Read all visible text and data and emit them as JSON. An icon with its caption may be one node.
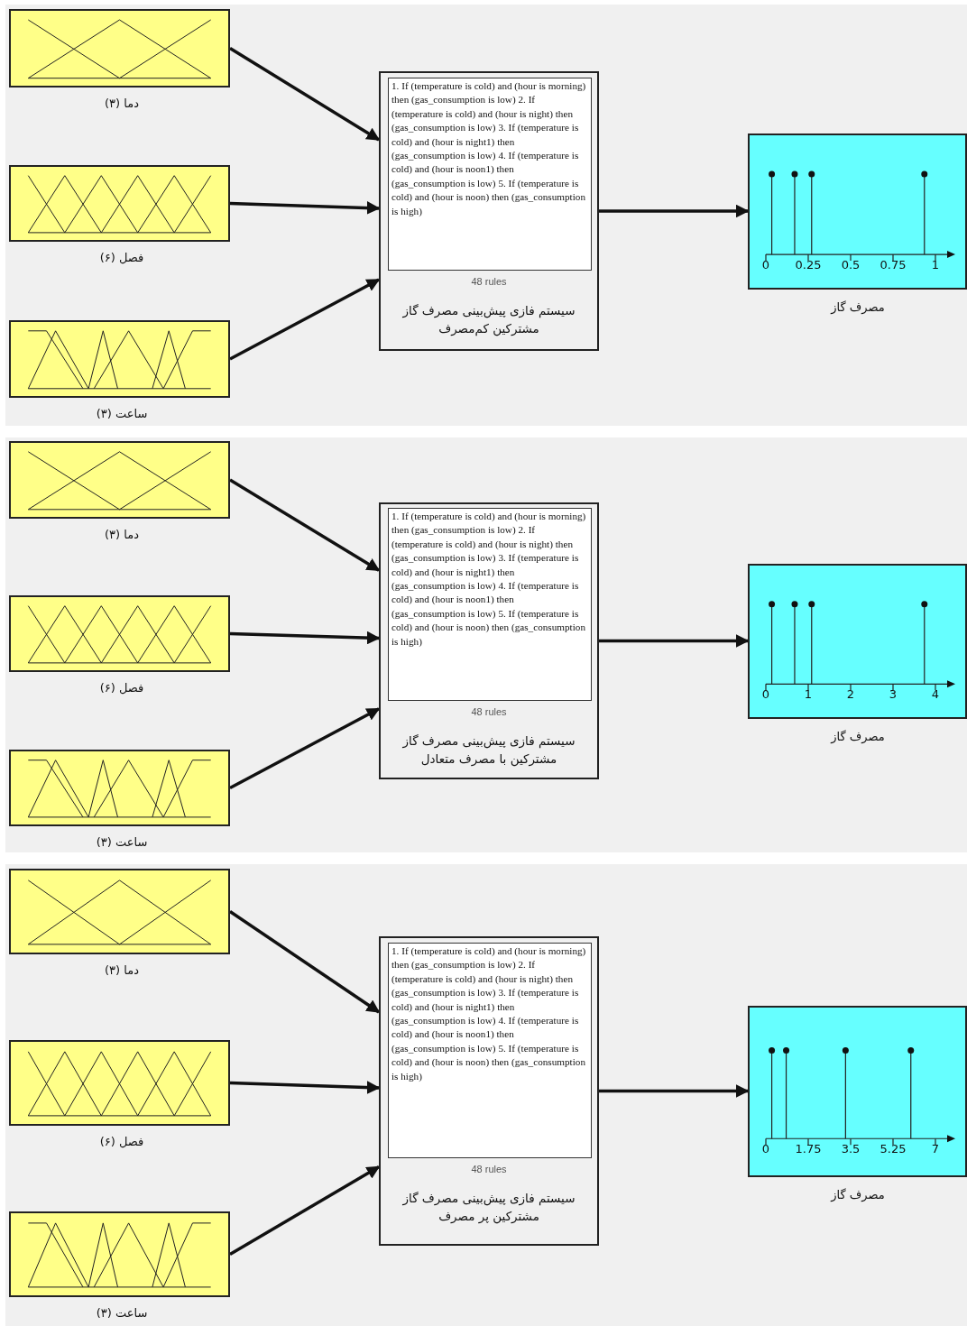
{
  "diagram": {
    "nodes": [
      {
        "text": [],
        "shape": "box",
        "beside": [
          "دما (۳)"
        ]
      },
      {
        "text": [],
        "shape": "box",
        "beside": [
          "فصل (۶)"
        ]
      },
      {
        "text": [],
        "shape": "box",
        "beside": [
          "ساعت (۳)"
        ]
      },
      {
        "text": [
          "48 rules",
          "سیستم فازی پیش‌بینی مصرف گاز مشترکین کم‌مصرف"
        ]
      },
      {
        "text": [
          "1. If (temperature is cold) and (hour is morning) then (gas_consumption is low) 2. If (temperature is cold) and (hour is night) then (gas_consumption is low) 3. If (temperature is cold) and (hour is night1) then (gas_consumption is low) 4. If (temperature is cold) and (hour is noon1) then (gas_consumption is low) 5. If (temperature is cold) and (hour is noon) then (gas_consumption is high)"
        ],
        "in": 3
      },
      {
        "text": [
          "0",
          "0.25",
          "0.5",
          "0.75",
          "1"
        ],
        "beside": [
          "مصرف گاز"
        ]
      },
      {
        "text": [],
        "shape": "box",
        "beside": [
          "دما (۳)"
        ]
      },
      {
        "text": [],
        "shape": "box",
        "beside": [
          "فصل (۶)"
        ]
      },
      {
        "text": [],
        "shape": "box",
        "beside": [
          "ساعت (۳)"
        ]
      },
      {
        "text": [
          "48 rules",
          "سیستم فازی پیش‌بینی مصرف گاز مشترکین با مصرف متعادل"
        ]
      },
      {
        "text": [
          "1. If (temperature is cold) and (hour is morning) then (gas_consumption is low) 2. If (temperature is cold) and (hour is night) then (gas_consumption is low) 3. If (temperature is cold) and (hour is night1) then (gas_consumption is low) 4. If (temperature is cold) and (hour is noon1) then (gas_consumption is low) 5. If (temperature is cold) and (hour is noon) then (gas_consumption is high)"
        ],
        "in": 9
      },
      {
        "text": [
          "0",
          "1",
          "2",
          "3",
          "4"
        ],
        "beside": [
          "مصرف گاز"
        ]
      },
      {
        "text": [],
        "shape": "box",
        "beside": [
          "دما (۳)"
        ]
      },
      {
        "text": [],
        "shape": "box",
        "beside": [
          "فصل (۶)"
        ]
      },
      {
        "text": [],
        "shape": "box",
        "beside": [
          "ساعت (۳)"
        ]
      },
      {
        "text": [
          "48 rules",
          "سیستم فازی پیش‌بینی مصرف گاز مشترکین پر مصرف"
        ]
      },
      {
        "text": [
          "1. If (temperature is cold) and (hour is morning) then (gas_consumption is low) 2. If (temperature is cold) and (hour is night) then (gas_consumption is low) 3. If (temperature is cold) and (hour is night1) then (gas_consumption is low) 4. If (temperature is cold) and (hour is noon1) then (gas_consumption is low) 5. If (temperature is cold) and (hour is noon) then (gas_consumption is high)"
        ],
        "in": 15
      },
      {
        "text": [
          "0",
          "1.75",
          "3.5",
          "5.25",
          "7"
        ],
        "beside": [
          "مصرف گاز"
        ]
      }
    ],
    "edges": [
      {
        "from": 0,
        "to": 3,
        "arrow": "to"
      },
      {
        "from": 1,
        "to": 3,
        "arrow": "to"
      },
      {
        "from": 2,
        "to": 3,
        "arrow": "to"
      },
      {
        "from": 3,
        "to": 5,
        "arrow": "to"
      },
      {
        "from": 6,
        "to": 9,
        "arrow": "to"
      },
      {
        "from": 7,
        "to": 9,
        "arrow": "to"
      },
      {
        "from": 8,
        "to": 9,
        "arrow": "to"
      },
      {
        "from": 9,
        "to": 11,
        "arrow": "to"
      },
      {
        "from": 12,
        "to": 15,
        "arrow": "to"
      },
      {
        "from": 13,
        "to": 15,
        "arrow": "to"
      },
      {
        "from": 14,
        "to": 15,
        "arrow": "to"
      },
      {
        "from": 15,
        "to": 17,
        "arrow": "to"
      }
    ]
  }
}
